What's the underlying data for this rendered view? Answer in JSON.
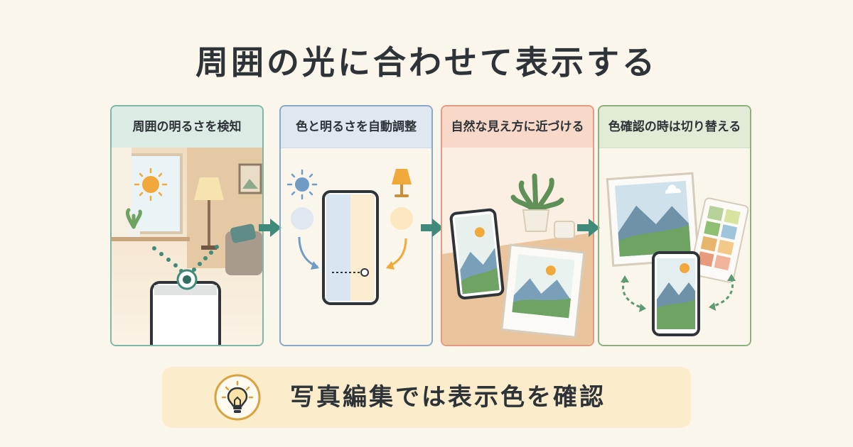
{
  "title": "周囲の光に合わせて表示する",
  "steps": [
    {
      "label": "周囲の明るさを検知"
    },
    {
      "label": "色と明るさを自動調整"
    },
    {
      "label": "自然な見え方に近づける"
    },
    {
      "label": "色確認の時は切り替える"
    }
  ],
  "tip": {
    "text": "写真編集では表示色を確認",
    "icon": "lightbulb-icon"
  },
  "colors": {
    "background": "#fbf6ec",
    "arrow": "#3f8a78",
    "accent_sun": "#f2a93b",
    "accent_blue": "#6f9cc4"
  }
}
